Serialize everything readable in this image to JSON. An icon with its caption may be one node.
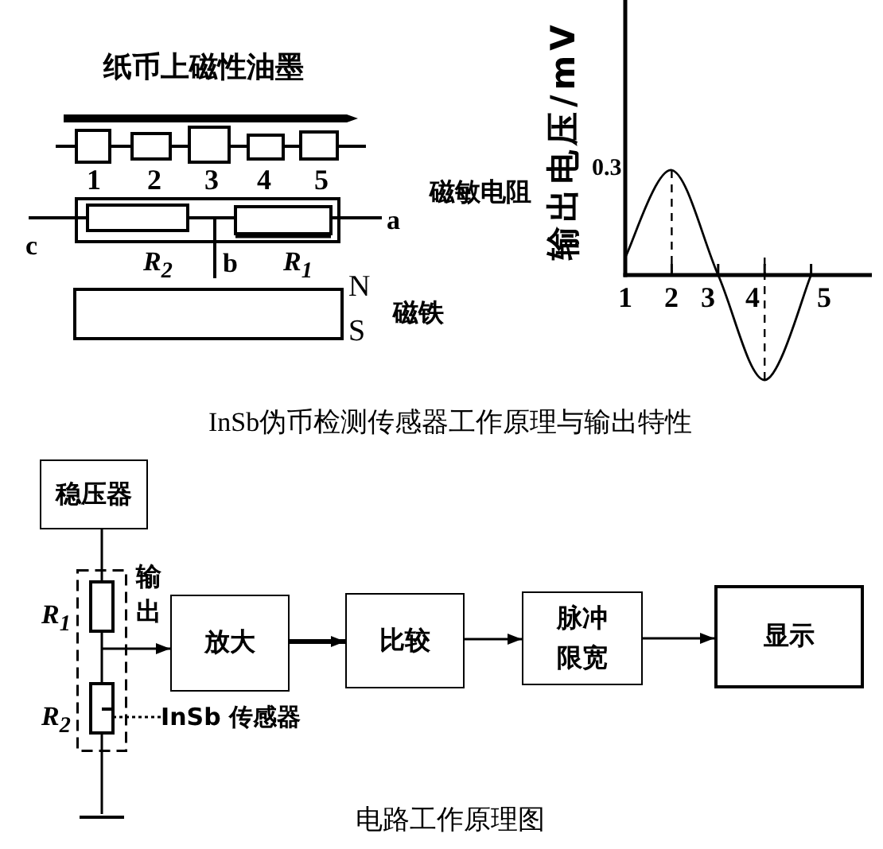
{
  "diagram": {
    "caption": "电路工作原理图",
    "nodes": [
      {
        "text": [
          "稳压器"
        ]
      },
      {
        "text": [],
        "shape": "box"
      },
      {
        "text": [],
        "shape": "box",
        "in": 1,
        "beside": [
          "R$_{1}$"
        ]
      },
      {
        "text": [],
        "shape": "box",
        "in": 1,
        "beside": [
          "R$_{2}$"
        ]
      },
      {
        "text": [
          "放大"
        ]
      },
      {
        "text": [
          "比较"
        ]
      },
      {
        "text": [
          "脉冲限宽"
        ]
      },
      {
        "text": [
          "显示"
        ]
      },
      {
        "text": [
          "InSb 传感器"
        ]
      },
      {
        "text": [],
        "shape": "ground"
      }
    ],
    "edges": [
      {
        "from": 0,
        "to": 2,
        "arrow": "none"
      },
      {
        "from": 2,
        "to": 3,
        "arrow": "none"
      },
      {
        "from": 3,
        "to": 9,
        "arrow": "none"
      },
      {
        "from": 2,
        "to": 4,
        "arrow": "to",
        "label": "输出"
      },
      {
        "from": 4,
        "to": 5,
        "arrow": "to",
        "style": "thick"
      },
      {
        "from": 5,
        "to": 6,
        "arrow": "to"
      },
      {
        "from": 6,
        "to": 7,
        "arrow": "to"
      },
      {
        "from": 8,
        "to": 3,
        "arrow": "none",
        "style": "dashed"
      }
    ],
    "labels": [
      "纸币上磁性油墨",
      "输出电压/mV",
      "0.3",
      "1",
      "2",
      "3",
      "4",
      "5",
      "磁敏电阻",
      "a",
      "c",
      "R$_{2}$",
      "b",
      "R$_{1}$",
      "N",
      "1",
      "2",
      "3",
      "4",
      "5",
      "磁铁",
      "S",
      "InSb伪币检测传感器工作原理与输出特性"
    ]
  }
}
